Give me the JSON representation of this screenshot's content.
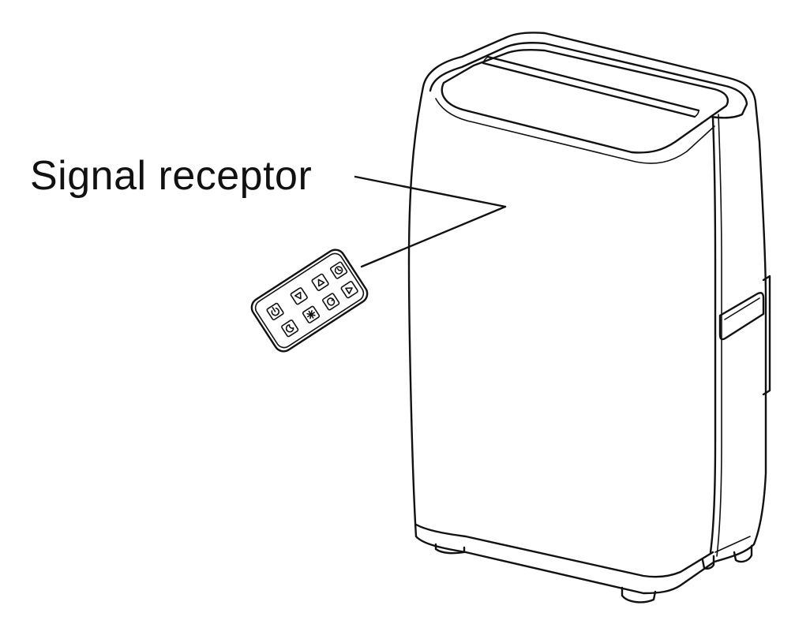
{
  "diagram": {
    "label": "Signal receptor",
    "line_color": "#111111",
    "background": "#ffffff",
    "objects": [
      "portable-air-conditioner",
      "remote-control"
    ],
    "remote_buttons": [
      {
        "name": "power-button-icon",
        "glyph": "power"
      },
      {
        "name": "down-arrow-button-icon",
        "glyph": "triangle-down"
      },
      {
        "name": "up-arrow-button-icon",
        "glyph": "triangle-up"
      },
      {
        "name": "timer-button-icon",
        "glyph": "clock"
      },
      {
        "name": "right-arrow-button-icon",
        "glyph": "triangle-right"
      },
      {
        "name": "fan-button-icon",
        "glyph": "fan"
      },
      {
        "name": "swing-button-icon",
        "glyph": "circular-arrows"
      },
      {
        "name": "sleep-button-icon",
        "glyph": "moon"
      }
    ]
  }
}
